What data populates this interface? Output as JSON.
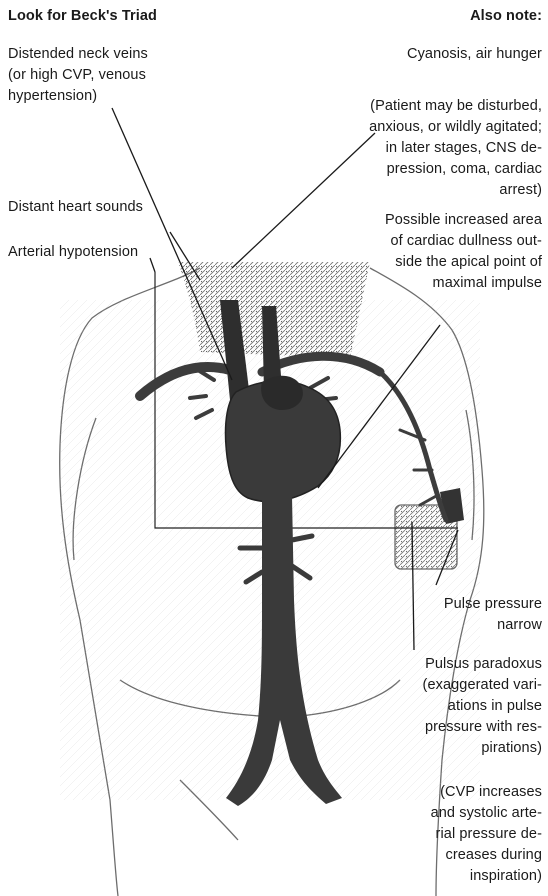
{
  "left_header": "Look for Beck's Triad",
  "right_header": "Also note:",
  "labels": {
    "neck_veins": "Distended neck veins\n(or high CVP, venous\nhypertension)",
    "heart_sounds": "Distant heart sounds",
    "hypotension": "Arterial hypotension",
    "cyanosis": "Cyanosis, air hunger",
    "patient_state": "(Patient may be disturbed,\nanxious, or wildly agitated;\nin later stages, CNS de-\npression, coma, cardiac\narrest)",
    "dullness": "Possible increased area\nof cardiac dullness out-\nside the apical point of\nmaximal impulse",
    "pulse_pressure": "Pulse pressure\nnarrow",
    "pulsus": "Pulsus paradoxus\n(exaggerated vari-\nations in pulse\npressure with res-\npirations)",
    "cvp_note": "(CVP increases\nand systolic arte-\nrial pressure de-\ncreases during\ninspiration)"
  },
  "colors": {
    "ink": "#1a1a1a",
    "organ": "#3c3c3c",
    "organ_dark": "#222222",
    "outline": "#6d6d6d"
  },
  "figure": {
    "subject": "anterior torso with heart, great vessels and aorta",
    "icons": [
      "heart-icon",
      "aorta-icon",
      "neck-veins-icon",
      "blood-pressure-cuff-icon"
    ]
  }
}
